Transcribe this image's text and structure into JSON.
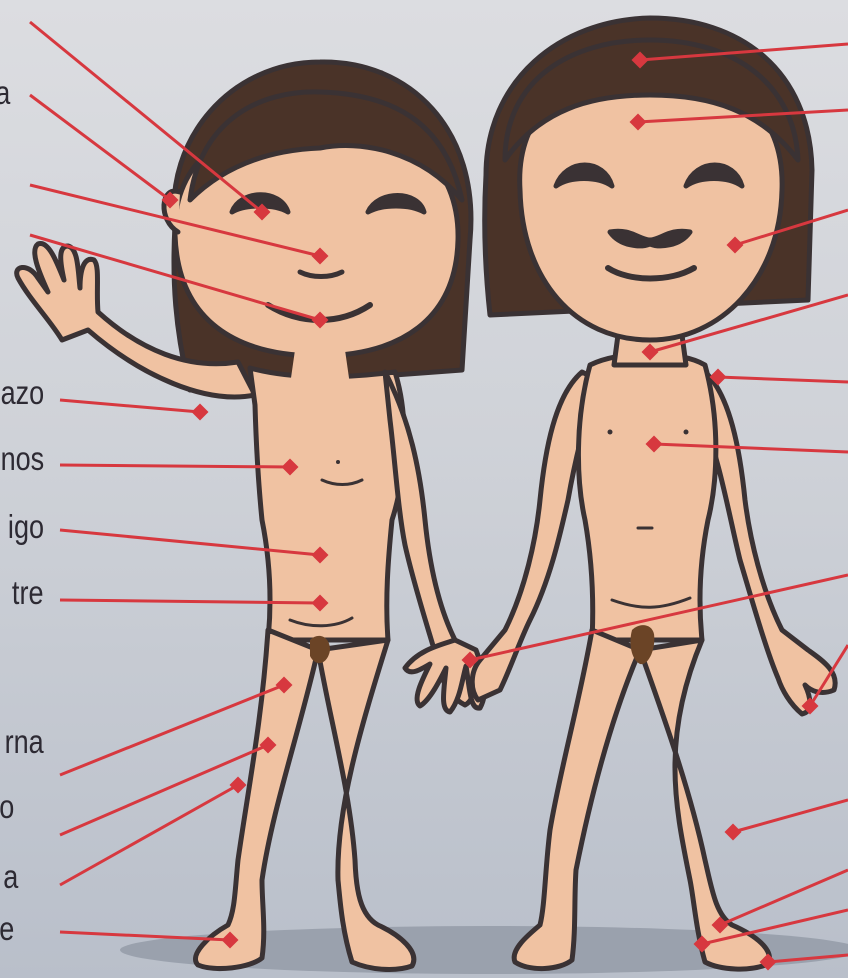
{
  "colors": {
    "skin": "#f0c2a2",
    "outline": "#3a3234",
    "hair": "#4a3328",
    "marker": "#d7383f",
    "label_text": "#2d2a33"
  },
  "labels_left": {
    "oreja": "a",
    "brazo": "azo",
    "senos": "nos",
    "ombligo": "igo",
    "vientre": "tre",
    "pierna": "rna",
    "rodilla": "o",
    "tobillo": "a",
    "pie": "e"
  }
}
